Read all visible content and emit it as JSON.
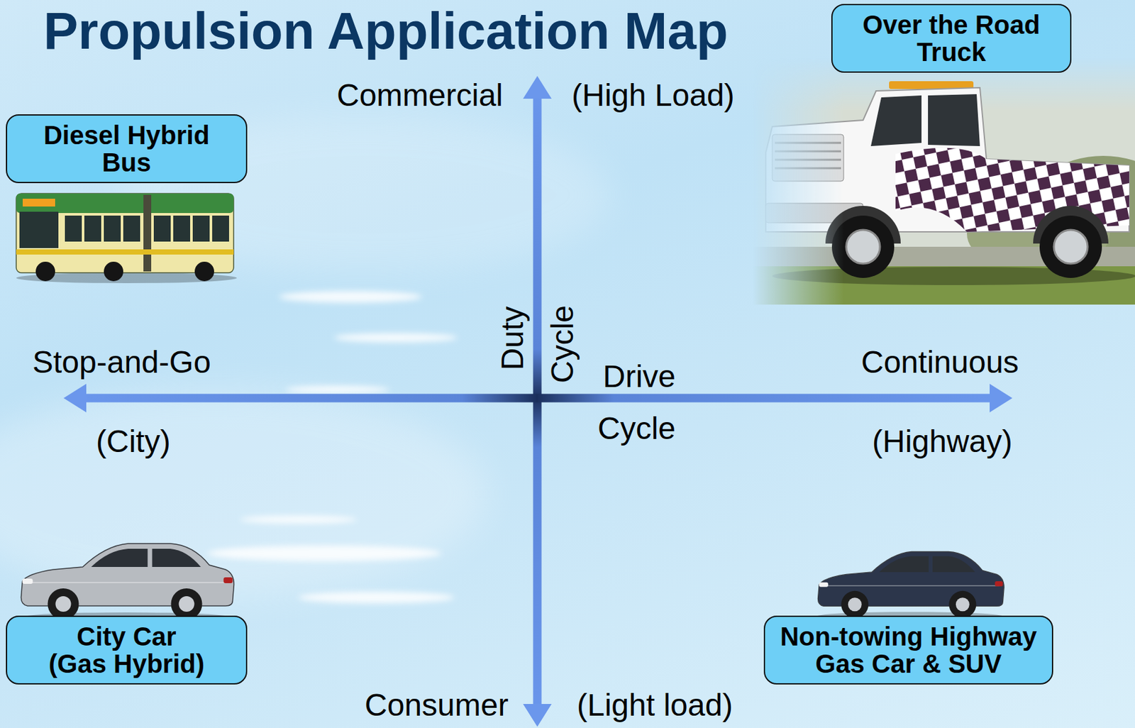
{
  "diagram": {
    "title": "Propulsion Application Map",
    "nodes": [
      {
        "text": [
          "Over the Road Truck"
        ]
      },
      {
        "text": [
          "Diesel Hybrid Bus"
        ]
      },
      {
        "text": [
          "City Car (Gas Hybrid)"
        ]
      },
      {
        "text": [
          "Non-towing Highway Gas Car & SUV"
        ]
      }
    ],
    "labels": [
      "Commercial",
      "(High Load)",
      "Duty",
      "Cycle",
      "Stop-and-Go",
      "Continuous",
      "Drive",
      "Cycle",
      "(City)",
      "(Highway)",
      "Consumer",
      "(Light load)"
    ]
  }
}
